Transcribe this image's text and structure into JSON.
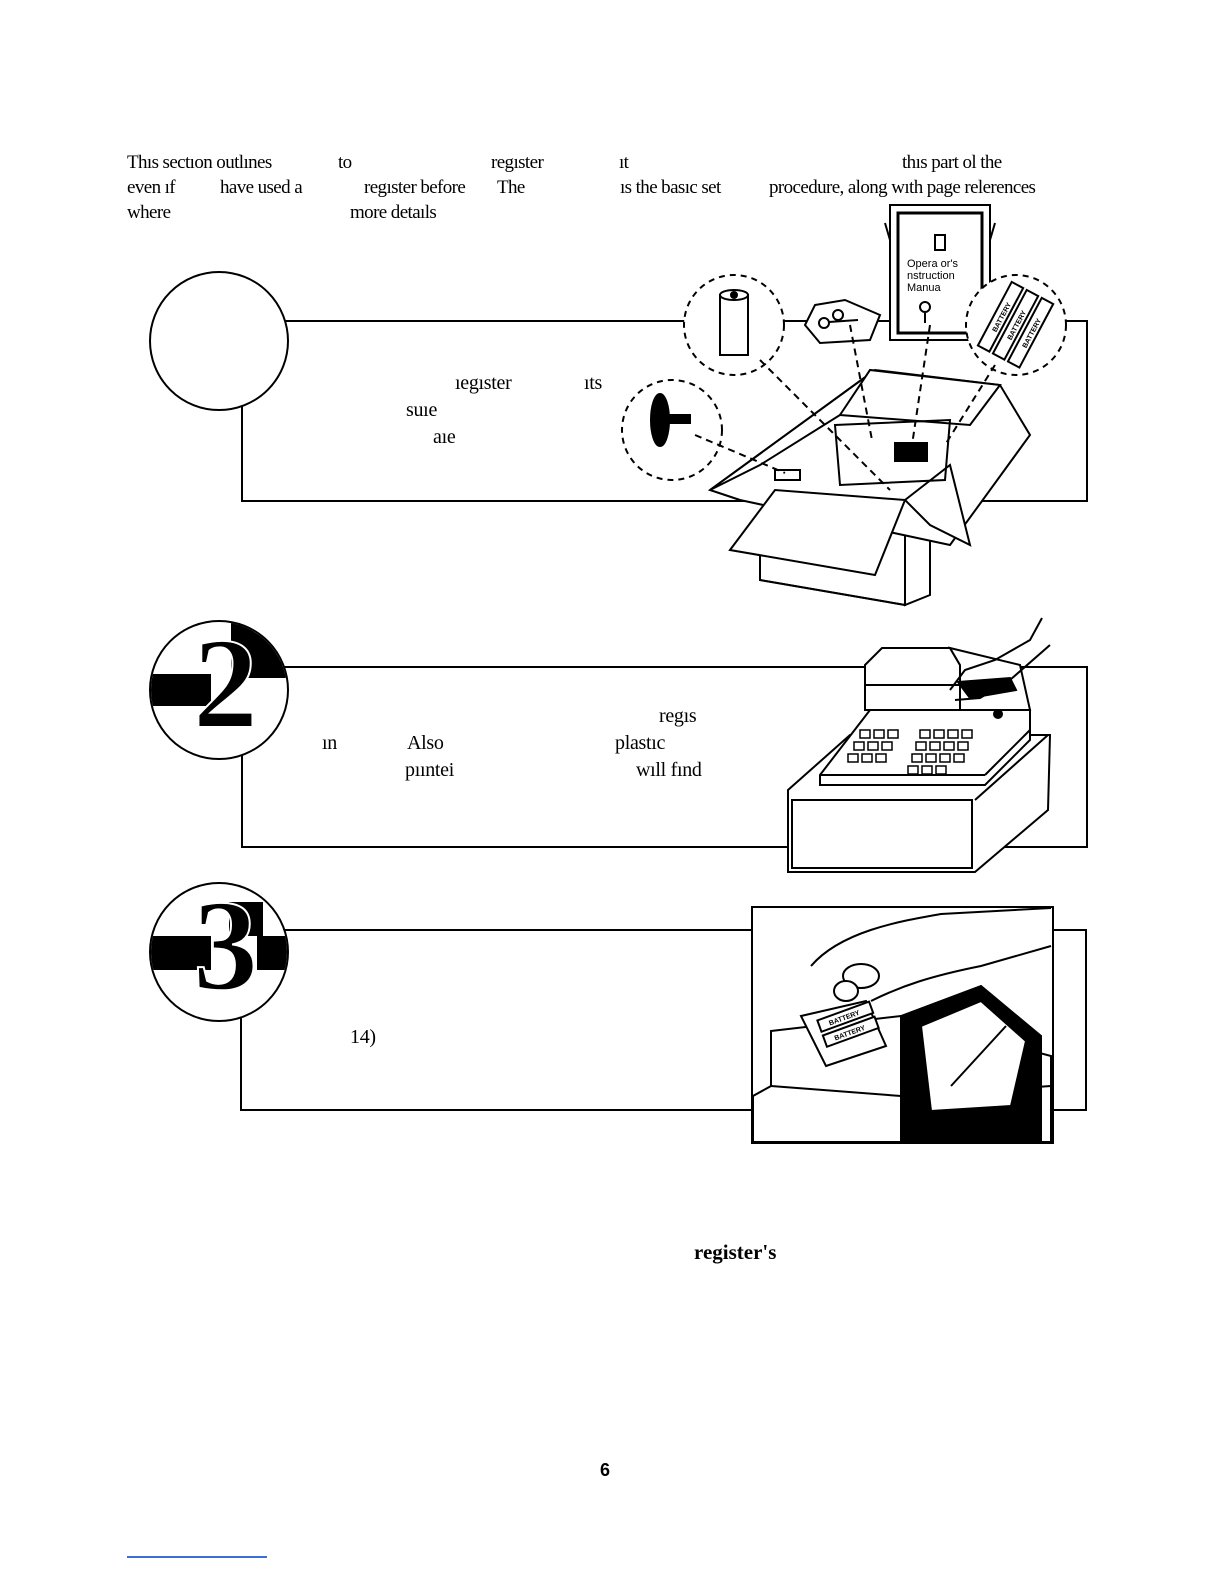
{
  "intro": {
    "line1": [
      "Thıs sectıon outlınes",
      "to",
      "regıster",
      "ıt",
      "thıs part ol the"
    ],
    "line2": [
      "even ıf",
      "have used a",
      "regıster before",
      "The",
      "ıs the basıc set",
      "procedure, along wıth page relerences"
    ],
    "line3": [
      "where",
      "more detaıls"
    ]
  },
  "step1": {
    "text": [
      "ıegıster",
      "ıts",
      "suıe",
      "aıe"
    ],
    "manual_label": [
      "Opera or's",
      "nstruction",
      "Manua"
    ],
    "battery_label": "BATTERY"
  },
  "step2": {
    "numeral": "2",
    "text": [
      "regıs",
      "ın",
      "Also",
      "plastıc",
      "pııntei",
      "wıll fınd"
    ]
  },
  "step3": {
    "numeral": "3",
    "text": [
      "14)"
    ],
    "battery_label": "BATTERY"
  },
  "bottom_heading": "register's",
  "page_number": "6"
}
